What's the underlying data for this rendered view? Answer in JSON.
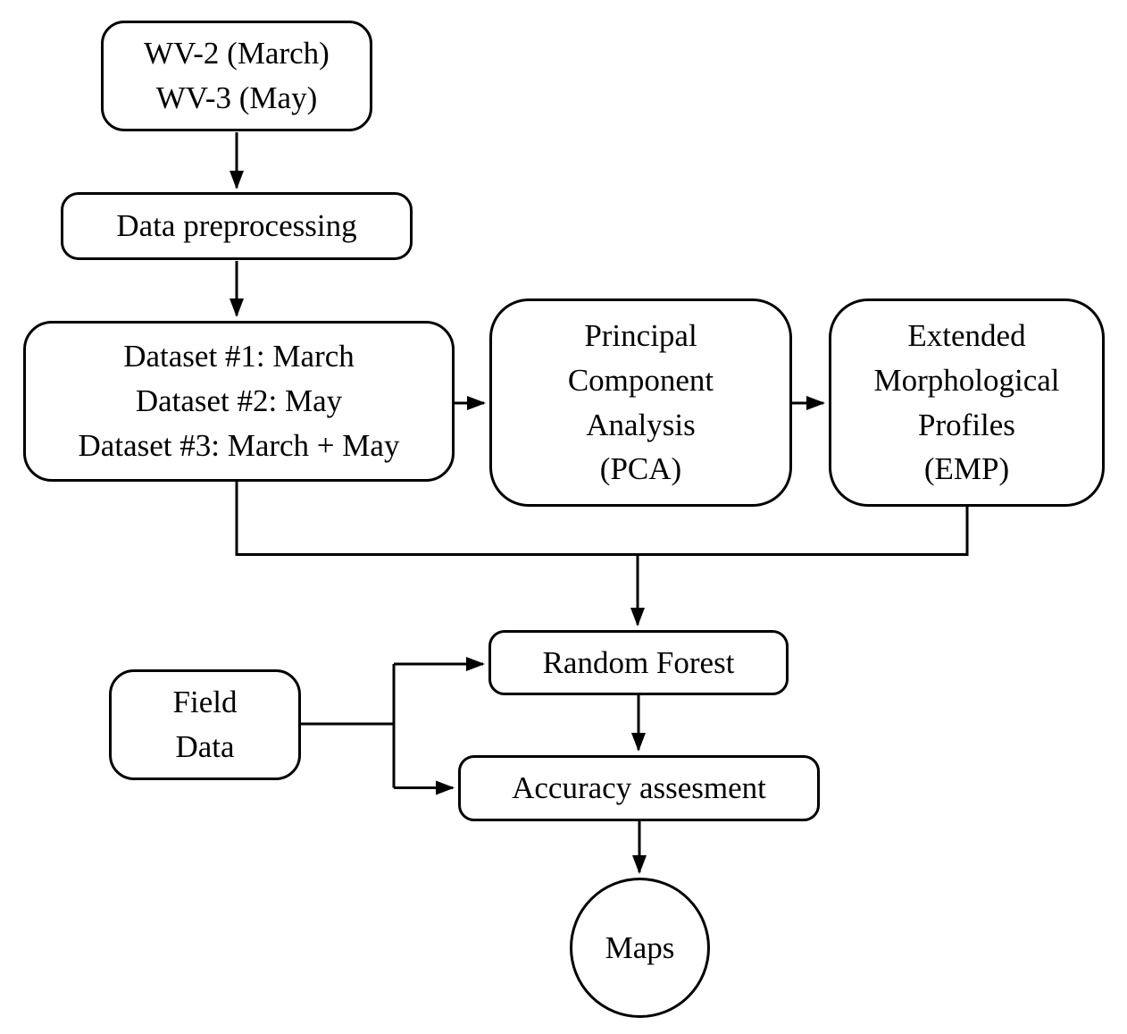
{
  "figure": {
    "type": "flowchart",
    "background_color": "#ffffff",
    "stroke_color": "#000000",
    "nodes": {
      "wv_sources": {
        "lines": [
          "WV-2 (March)",
          "WV-3 (May)"
        ]
      },
      "data_preprocessing": {
        "label": "Data preprocessing"
      },
      "datasets": {
        "lines": [
          "Dataset #1: March",
          "Dataset #2: May",
          "Dataset #3: March + May"
        ]
      },
      "pca": {
        "lines": [
          "Principal",
          "Component",
          "Analysis",
          "(PCA)"
        ]
      },
      "emp": {
        "lines": [
          "Extended",
          "Morphological",
          "Profiles",
          "(EMP)"
        ]
      },
      "random_forest": {
        "label": "Random Forest"
      },
      "field_data": {
        "lines": [
          "Field",
          "Data"
        ]
      },
      "accuracy_assessment": {
        "label": "Accuracy assesment"
      },
      "maps": {
        "label": "Maps"
      }
    },
    "edges": [
      {
        "from": "wv_sources",
        "to": "data_preprocessing",
        "arrow": true
      },
      {
        "from": "data_preprocessing",
        "to": "datasets",
        "arrow": true
      },
      {
        "from": "datasets",
        "to": "pca",
        "arrow": true
      },
      {
        "from": "pca",
        "to": "emp",
        "arrow": true
      },
      {
        "from": "datasets",
        "to": "random_forest",
        "arrow": true,
        "via": "merged junction line"
      },
      {
        "from": "emp",
        "to": "random_forest",
        "arrow": true,
        "via": "merged junction line"
      },
      {
        "from": "field_data",
        "to": "random_forest",
        "arrow": true
      },
      {
        "from": "field_data",
        "to": "accuracy_assessment",
        "arrow": true
      },
      {
        "from": "random_forest",
        "to": "accuracy_assessment",
        "arrow": true
      },
      {
        "from": "accuracy_assessment",
        "to": "maps",
        "arrow": true
      }
    ]
  }
}
